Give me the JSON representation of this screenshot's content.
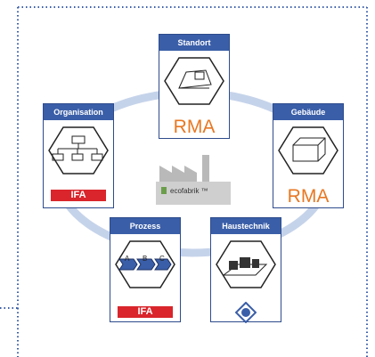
{
  "cards": {
    "standort": {
      "title": "Standort",
      "logo_text": "RMA"
    },
    "organisation": {
      "title": "Organisation",
      "logo_text": "IFA"
    },
    "gebaeude": {
      "title": "Gebäude",
      "logo_text": "RMA"
    },
    "prozess": {
      "title": "Prozess",
      "logo_text": "IFA",
      "steps": [
        "A",
        "B",
        "C"
      ]
    },
    "haustechnik": {
      "title": "Haustechnik"
    }
  },
  "center": {
    "label": "ecofabrik ™"
  },
  "colors": {
    "header": "#3a5ea8",
    "ring": "#c5d3ea",
    "rma": "#e87722",
    "ifa": "#d9252b",
    "dotted_border": "#3a5ea8"
  }
}
